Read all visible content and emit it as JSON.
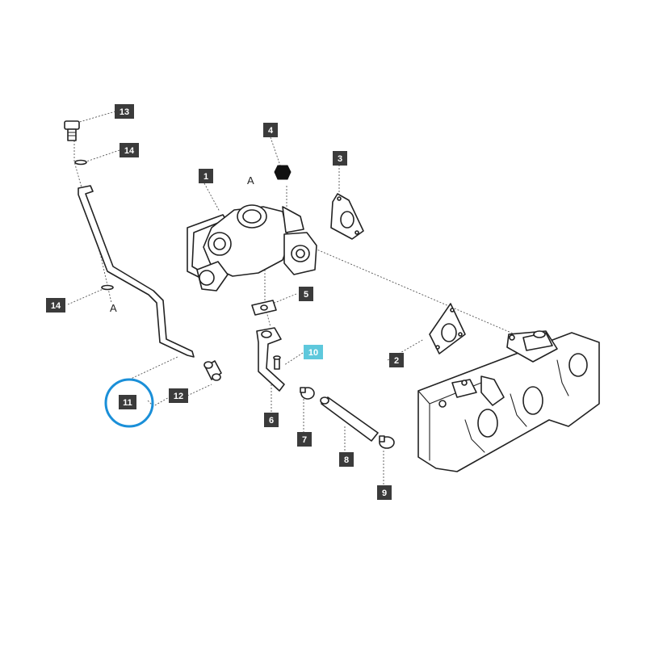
{
  "callouts": [
    {
      "id": "c1",
      "label": "1"
    },
    {
      "id": "c2",
      "label": "2"
    },
    {
      "id": "c3",
      "label": "3"
    },
    {
      "id": "c4",
      "label": "4"
    },
    {
      "id": "c5",
      "label": "5"
    },
    {
      "id": "c6",
      "label": "6"
    },
    {
      "id": "c7",
      "label": "7"
    },
    {
      "id": "c8",
      "label": "8"
    },
    {
      "id": "c9",
      "label": "9"
    },
    {
      "id": "c10",
      "label": "10"
    },
    {
      "id": "c11",
      "label": "11"
    },
    {
      "id": "c12",
      "label": "12"
    },
    {
      "id": "c13",
      "label": "13"
    },
    {
      "id": "c14a",
      "label": "14"
    },
    {
      "id": "c14b",
      "label": "14"
    }
  ],
  "reference_letters": {
    "turbo": "A",
    "pipe": "A"
  },
  "colors": {
    "badge": "#3b3b3b",
    "badge_highlight": "#5ec8dc",
    "selection_ring": "#1a8fd8"
  }
}
